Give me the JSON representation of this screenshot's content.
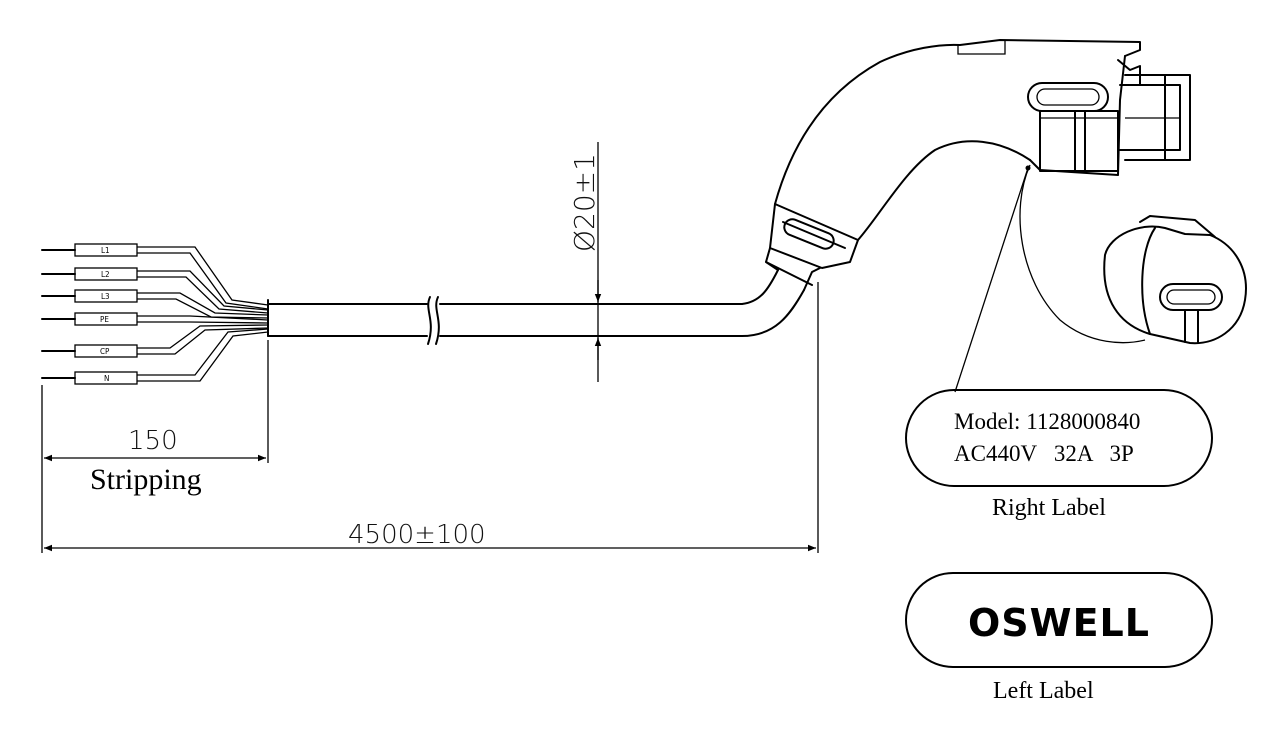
{
  "wires": [
    {
      "label": "L1"
    },
    {
      "label": "L2"
    },
    {
      "label": "L3"
    },
    {
      "label": "PE"
    },
    {
      "label": "CP"
    },
    {
      "label": "N"
    }
  ],
  "dimensions": {
    "stripping_length": "150",
    "stripping_label": "Stripping",
    "cable_length": "4500±100",
    "cable_diameter": "Ø20±1"
  },
  "right_label": {
    "model_line": "Model: 1128000840",
    "rating_line": "AC440V   32A   3P",
    "caption": "Right Label"
  },
  "left_label": {
    "brand": "OSWELL",
    "caption": "Left Label"
  }
}
